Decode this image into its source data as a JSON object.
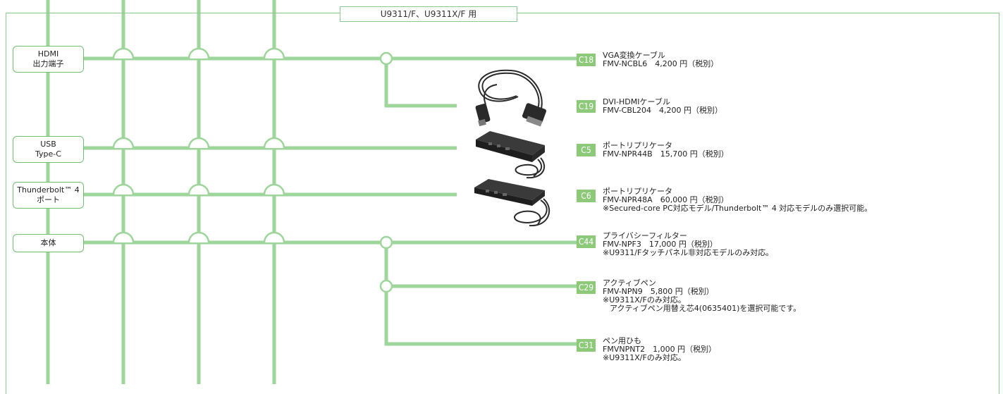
{
  "title": "U9311/F、U9311X/F 用",
  "colors": {
    "wire": "#9ed59a",
    "code_bg": "#8cca7a",
    "frame": "#8cc98c"
  },
  "ports": [
    {
      "lines": [
        "HDMI",
        "出力端子"
      ]
    },
    {
      "lines": [
        "USB",
        "Type-C"
      ]
    },
    {
      "lines": [
        "Thunderbolt™ 4",
        "ポート"
      ]
    },
    {
      "lines": [
        "本体"
      ]
    }
  ],
  "products": [
    {
      "code": "C18",
      "lines": [
        "VGA変換ケーブル",
        "FMV-NCBL6　4,200 円（税別）"
      ]
    },
    {
      "code": "C19",
      "lines": [
        "DVI-HDMIケーブル",
        "FMV-CBL204　4,200 円（税別）"
      ]
    },
    {
      "code": "C5",
      "lines": [
        "ポートリプリケータ",
        "FMV-NPR44B　15,700 円（税別）"
      ]
    },
    {
      "code": "C6",
      "lines": [
        "ポートリプリケータ",
        "FMV-NPR48A　60,000 円（税別）",
        "※Secured-core PC対応モデル/Thunderbolt™ 4 対応モデルのみ選択可能。"
      ]
    },
    {
      "code": "C44",
      "lines": [
        "プライバシーフィルター",
        "FMV-NPF3　17,000 円（税別）",
        "※U9311/Fタッチパネル非対応モデルのみ対応。"
      ]
    },
    {
      "code": "C29",
      "lines": [
        "アクティブペン",
        "FMV-NPN9　5,800 円（税別）",
        "※U9311X/Fのみ対応。",
        "アクティブペン用替え芯4(0635401)を選択可能です。"
      ]
    },
    {
      "code": "C31",
      "lines": [
        "ペン用ひも",
        "FMVNPNT2　1,000 円（税別）",
        "※U9311X/Fのみ対応。"
      ]
    }
  ]
}
